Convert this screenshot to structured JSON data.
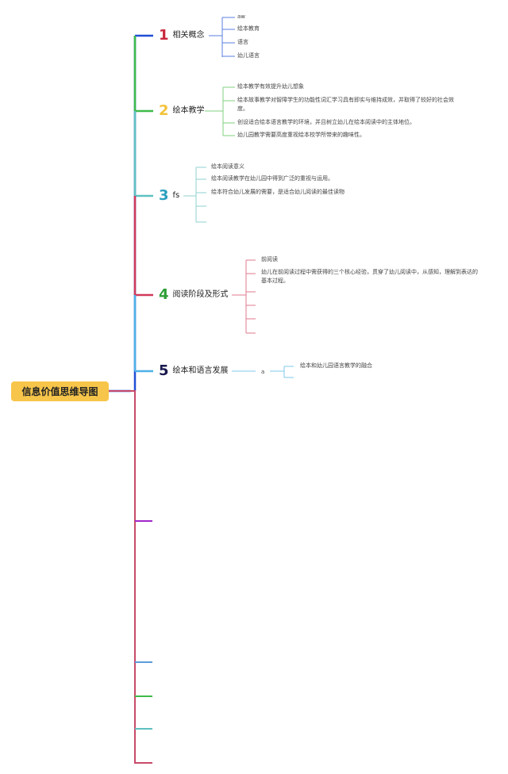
{
  "root": {
    "label": "信息价值思维导图"
  },
  "branches": [
    {
      "num": "1",
      "label": "相关概念",
      "color": "#1f4fd6",
      "leaves": [
        "aw",
        "绘本教育",
        "语言",
        "幼儿语言"
      ]
    },
    {
      "num": "2",
      "label": "绘本教学",
      "color": "#f2c23a",
      "leaves": [
        "绘本教学有效提升幼儿想象",
        "绘本故事教学对智障学生的功能性词汇学习具有即实与维持成效，并取得了较好的社会效度。",
        "创设适合绘本语言教学的环境，并且树立幼儿在绘本阅读中的主体地位。",
        "幼儿园教学需要高度重视绘本校学所带来的趣味性。"
      ]
    },
    {
      "num": "3",
      "label": "fs",
      "color": "#2b9fbf",
      "leaves": [
        "绘本阅读意义",
        "绘本阅读教学在幼儿园中得到广泛的重视与运用。",
        "绘本符合幼儿发展的需要，是适合幼儿阅读的最佳读物"
      ]
    },
    {
      "num": "4",
      "label": "阅读阶段及形式",
      "color": "#2e9e36",
      "leaves": [
        "前阅读",
        "幼儿在前阅读过程中需获得的三个核心经验，贯穿了幼儿阅读中，从感知，理解到表达的基本过程。"
      ]
    },
    {
      "num": "5",
      "label": "绘本和语言发展",
      "color": "#1a1a4e",
      "mid": "a",
      "leaves": [
        "绘本和幼儿园语言教学的融合"
      ]
    }
  ],
  "colors": {
    "blue": "#1f4fd6",
    "green": "#3dbb4a",
    "teal": "#5fc0c0",
    "red": "#d23a5a",
    "purple": "#a126c9",
    "lightblue": "#5b9bdc",
    "root": "#f7c54a"
  }
}
